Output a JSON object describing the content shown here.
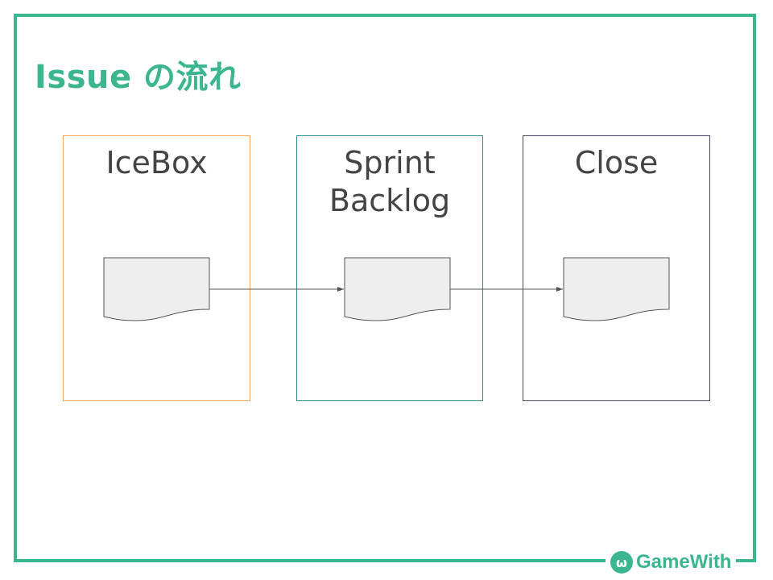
{
  "title": "Issue の流れ",
  "colors": {
    "accent": "#3cb68f",
    "icebox_border": "#f2a95a",
    "sprint_border": "#2d8c8f",
    "close_border": "#4a4a72",
    "doc_fill": "#eeeeee"
  },
  "columns": [
    {
      "label": "IceBox"
    },
    {
      "label": "Sprint\nBacklog"
    },
    {
      "label": "Close"
    }
  ],
  "footer": {
    "logo_text": "GameWith"
  }
}
